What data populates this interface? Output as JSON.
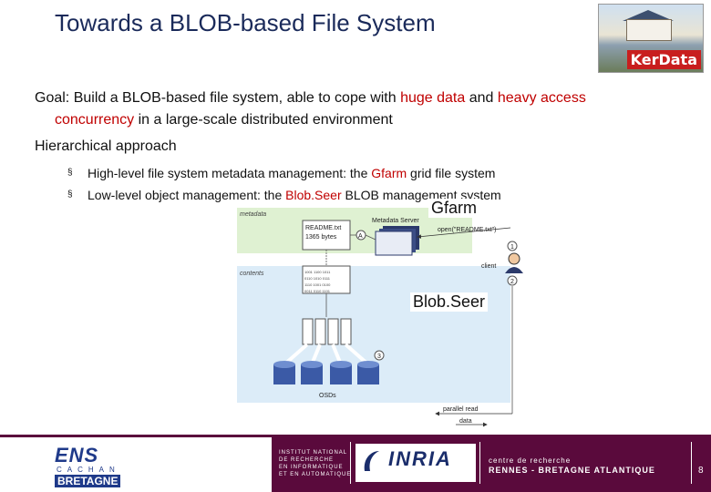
{
  "title": "Towards a BLOB-based File System",
  "kerdata_logo": {
    "label": "KerData",
    "color": "#c81e1e"
  },
  "goal": {
    "part1": "Goal: Build a BLOB-based file system, able to cope with ",
    "red1": "huge data",
    "part2": " and ",
    "red2": "heavy access",
    "red3": "concurrency",
    "part3": " in a large-scale distributed environment"
  },
  "hierarchical": "Hierarchical approach",
  "bullets": [
    {
      "marker": "§",
      "prefix": "High-level file system metadata management: the ",
      "highlight": "Gfarm",
      "suffix": " grid file system"
    },
    {
      "marker": "§",
      "prefix": "Low-level object management: the ",
      "highlight": "Blob.Seer",
      "suffix": " BLOB management system"
    }
  ],
  "overlays": {
    "gfarm": "Gfarm",
    "blobseer": "Blob.Seer"
  },
  "diagram": {
    "metadata_label": "metadata",
    "metadata_server": "Metadata Server",
    "readme_name": "README.txt",
    "readme_size": "1365 bytes",
    "marker_a": "A",
    "open_call": "open(\"README.txt\")",
    "step1": "1",
    "step2": "2",
    "step3": "3",
    "client": "client",
    "contents_label": "contents",
    "osds": "OSDs",
    "parallel_read": "parallel read",
    "data": "data"
  },
  "footer": {
    "ens_name": "ENS",
    "ens_sub": "CACHAN",
    "ens_bretagne": "BRETAGNE",
    "inst_lines": [
      "INSTITUT NATIONAL",
      "DE RECHERCHE",
      "EN INFORMATIQUE",
      "ET EN AUTOMATIQUE"
    ],
    "inria": "INRIA",
    "centre": "centre de recherche",
    "rennes": "RENNES - BRETAGNE ATLANTIQUE",
    "page_number": "8"
  },
  "colors": {
    "title": "#1a2a5a",
    "accent_red": "#c00000",
    "footer_strip": "#5a0a3c",
    "metadata_bg": "#dff1d2",
    "contents_bg": "#dcecf8"
  }
}
